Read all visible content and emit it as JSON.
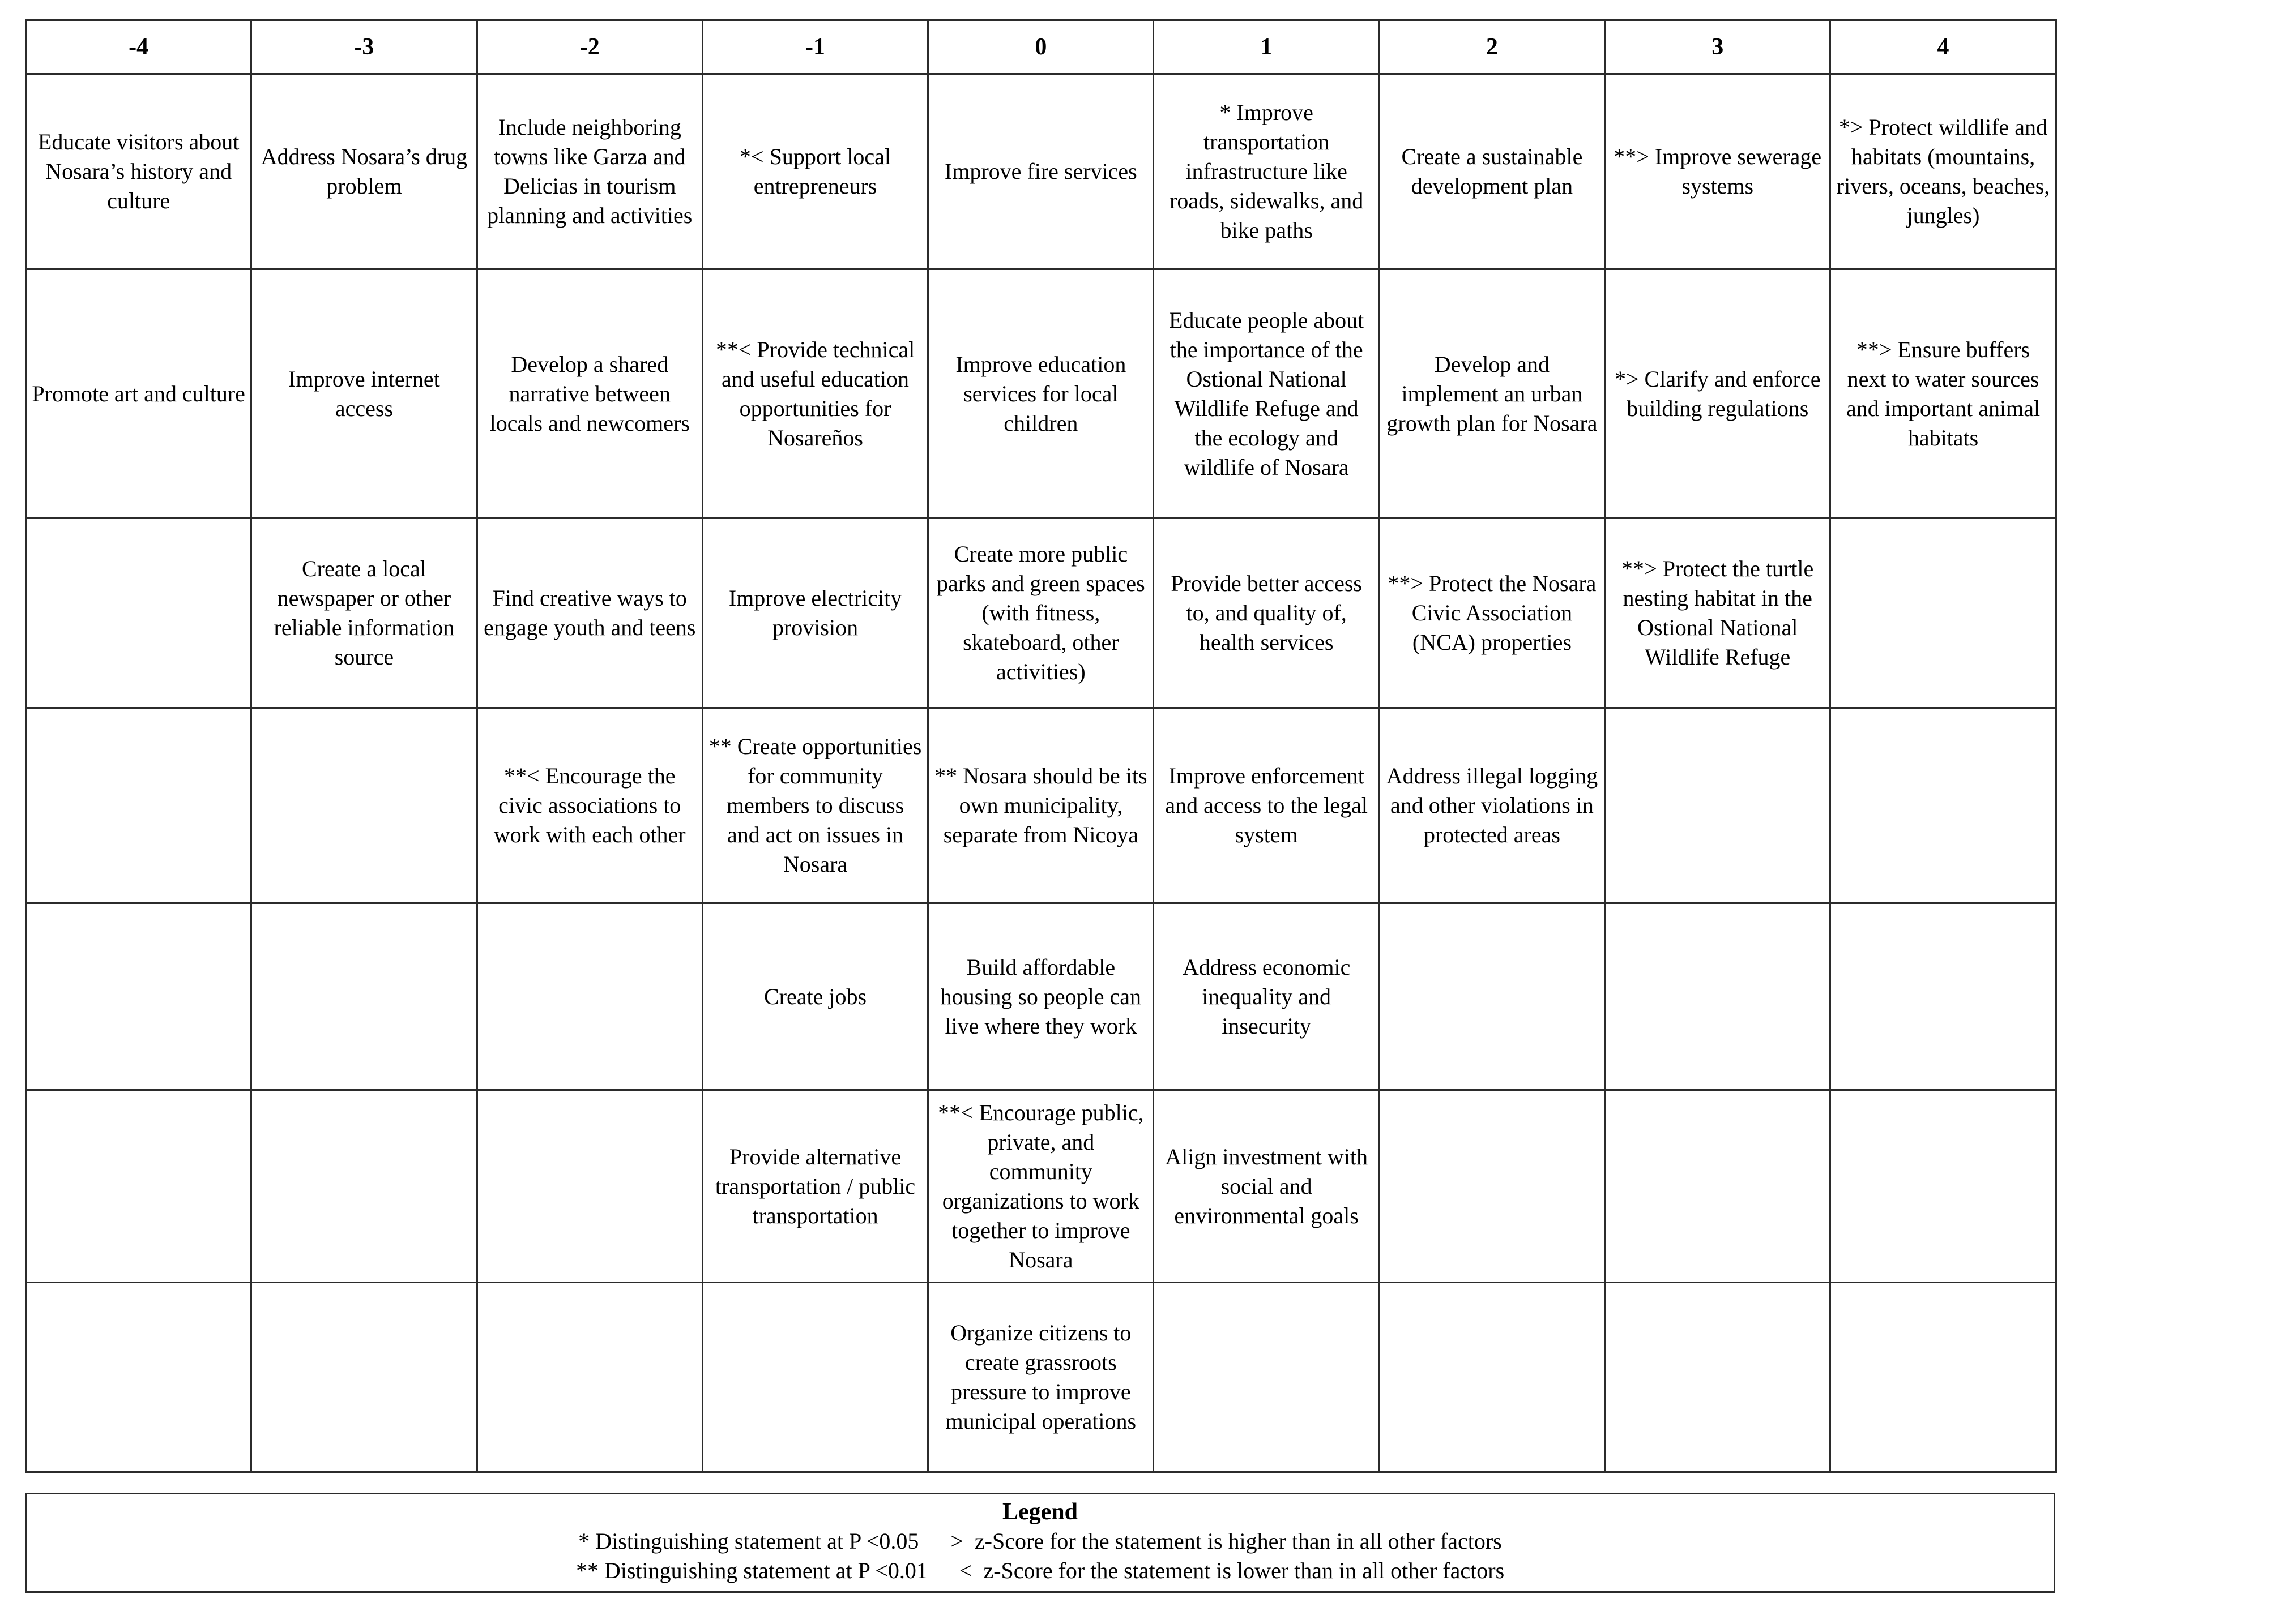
{
  "table": {
    "column_headers": [
      "-4",
      "-3",
      "-2",
      "-1",
      "0",
      "1",
      "2",
      "3",
      "4"
    ],
    "columns": [
      {
        "header": "-4",
        "cells": [
          "Educate visitors about Nosara’s history and culture",
          "Promote art and culture",
          ""
        ]
      },
      {
        "header": "-3",
        "cells": [
          "Address Nosara’s drug problem",
          "Improve internet access",
          "Create a local newspaper or other reliable information source"
        ]
      },
      {
        "header": "-2",
        "cells": [
          "Include neighboring towns like Garza and Delicias in tourism planning and activities",
          "Develop a shared narrative between locals and newcomers",
          "Find creative ways to engage youth and teens",
          "**< Encourage the civic associations to work with each other"
        ]
      },
      {
        "header": "-1",
        "cells": [
          "*< Support local entrepreneurs",
          "**< Provide technical and useful education opportunities for Nosareños",
          "Improve electricity provision",
          "** Create opportunities for community members to discuss and act on issues in Nosara",
          "Create jobs",
          "Provide alternative transportation / public transportation"
        ]
      },
      {
        "header": "0",
        "cells": [
          "Improve fire services",
          "Improve education services for local children",
          "Create more public parks and green spaces (with fitness, skateboard, other activities)",
          "** Nosara should be its own municipality, separate from Nicoya",
          "Build affordable housing so people can live where they work",
          "**< Encourage public, private, and community organizations to work together to improve Nosara",
          "Organize citizens to create grassroots pressure to improve municipal operations"
        ]
      },
      {
        "header": "1",
        "cells": [
          "*  Improve transportation infrastructure like roads, sidewalks, and bike paths",
          "Educate people about the importance of the Ostional National Wildlife Refuge and the ecology and wildlife of Nosara",
          "Provide better access to, and quality of, health services",
          "Improve enforcement and access to the legal system",
          "Address economic inequality and insecurity",
          "Align investment with social and environmental goals"
        ]
      },
      {
        "header": "2",
        "cells": [
          "Create a sustainable development plan",
          "Develop and implement an urban growth plan for Nosara",
          "**> Protect the Nosara Civic Association (NCA) properties",
          "Address illegal logging and other violations in protected areas"
        ]
      },
      {
        "header": "3",
        "cells": [
          "**> Improve sewerage systems",
          "*> Clarify and enforce building regulations",
          "**> Protect the turtle nesting habitat in the Ostional National Wildlife Refuge"
        ]
      },
      {
        "header": "4",
        "cells": [
          "*> Protect wildlife and habitats (mountains, rivers, oceans, beaches, jungles)",
          "**> Ensure buffers next to water sources and important animal habitats"
        ]
      }
    ]
  },
  "legend": {
    "title": "Legend",
    "line1_left": "* Distinguishing statement at P <0.05",
    "line1_right": ">  z-Score for the statement is higher than in all other factors",
    "line2_left": "** Distinguishing statement at P <0.01",
    "line2_right": "<  z-Score for the statement is lower than in all other factors"
  }
}
